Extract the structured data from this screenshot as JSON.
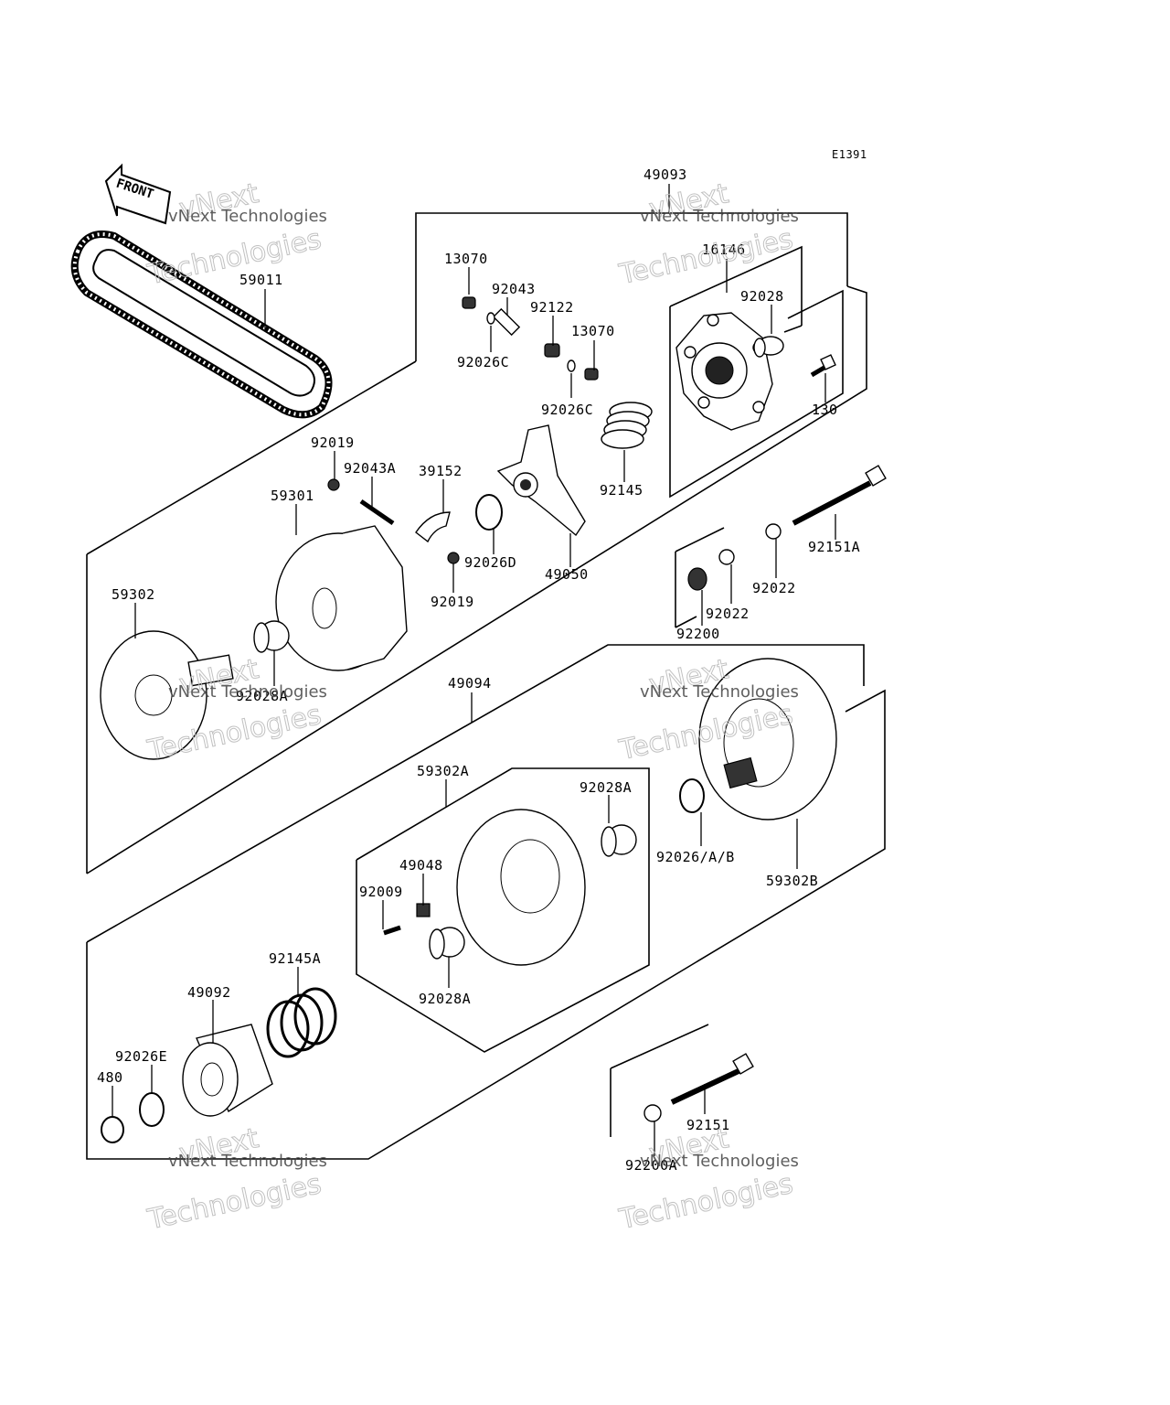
{
  "diagram_code": "E1391",
  "front_label": "FRONT",
  "watermark": {
    "line1": "vNext",
    "line2": "vNext Technologies",
    "line3": "Technologies"
  },
  "part_labels": {
    "p49093": "49093",
    "p16146": "16146",
    "p13070a": "13070",
    "p92043": "92043",
    "p92122": "92122",
    "p13070b": "13070",
    "p92026c_a": "92026C",
    "p92026c_b": "92026C",
    "p92028": "92028",
    "p130": "130",
    "p59011": "59011",
    "p92019a": "92019",
    "p92043a": "92043A",
    "p39152": "39152",
    "p92145": "92145",
    "p59301": "59301",
    "p92026d": "92026D",
    "p49050": "49050",
    "p92019b": "92019",
    "p92151a": "92151A",
    "p92022a": "92022",
    "p92022b": "92022",
    "p92200": "92200",
    "p59302": "59302",
    "p92028a_top": "92028A",
    "p49094": "49094",
    "p59302a": "59302A",
    "p92028a_r": "92028A",
    "p49048": "49048",
    "p92009": "92009",
    "p92026ab": "92026/A/B",
    "p59302b": "59302B",
    "p92028a_b": "92028A",
    "p92145a": "92145A",
    "p49092": "49092",
    "p92026e": "92026E",
    "p480": "480",
    "p92151": "92151",
    "p92200a": "92200A"
  }
}
